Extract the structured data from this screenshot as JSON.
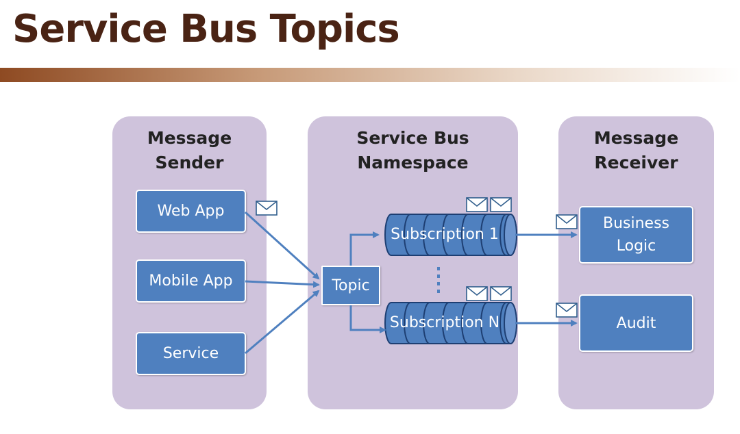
{
  "title": "Service Bus Topics",
  "colors": {
    "title_text": "#4a2314",
    "title_bar": "#8e4a22",
    "panel": "#cfc3dc",
    "box": "#4f80bf",
    "arrow": "#4f80bf"
  },
  "panels": {
    "sender": {
      "title_line1": "Message",
      "title_line2": "Sender"
    },
    "namespace": {
      "title_line1": "Service Bus",
      "title_line2": "Namespace"
    },
    "receiver": {
      "title_line1": "Message",
      "title_line2": "Receiver"
    }
  },
  "senders": {
    "web_app": "Web App",
    "mobile_app": "Mobile App",
    "service": "Service"
  },
  "topic": "Topic",
  "subscriptions": {
    "first": "Subscription 1",
    "last": "Subscription N"
  },
  "receivers": {
    "business_logic": "Business Logic",
    "audit": "Audit"
  },
  "icons": [
    "envelope-icon",
    "queue-cylinder-icon",
    "arrow-icon",
    "ellipsis-vertical-icon"
  ]
}
